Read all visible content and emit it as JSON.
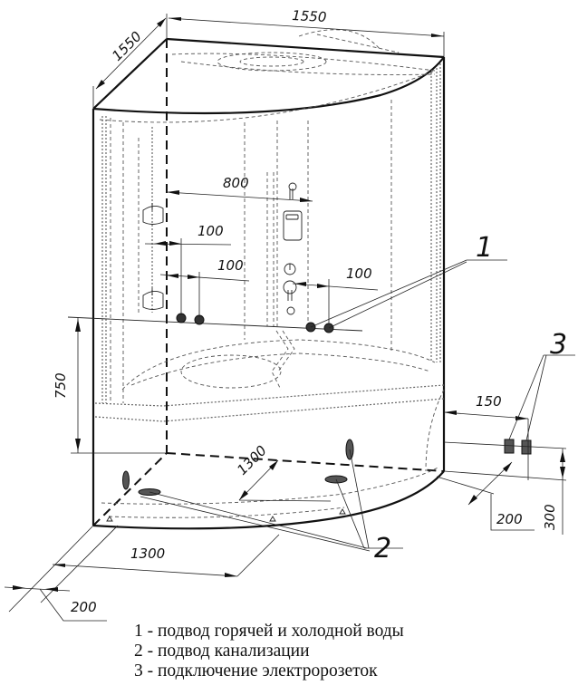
{
  "title": "Схема подключения душевой кабины",
  "dimensions": {
    "top_depth": "1550",
    "top_width": "1550",
    "panel_width": "800",
    "hot_offset_left": "100",
    "cold_offset_left": "100",
    "pipe_offset_right": "100",
    "pipe_height": "750",
    "base_depth": "1300",
    "base_width": "1300",
    "drain_offset": "200",
    "socket_offset_side": "150",
    "socket_offset_front": "200",
    "socket_height": "300"
  },
  "callouts": {
    "c1": "1",
    "c2": "2",
    "c3": "3"
  },
  "legend": [
    {
      "number": "1",
      "text": "1 - подвод горячей и холодной воды"
    },
    {
      "number": "2",
      "text": "2 - подвод канализации"
    },
    {
      "number": "3",
      "text": "3 - подключение электророзеток"
    }
  ],
  "elements": {
    "water_inlets": 4,
    "drain_outlets": 2,
    "electrical_sockets": 2
  }
}
